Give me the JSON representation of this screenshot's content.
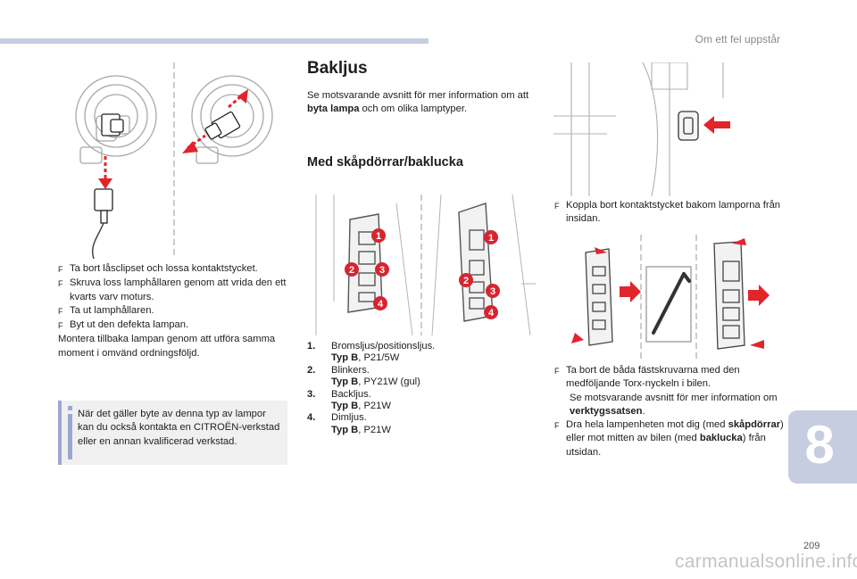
{
  "header": {
    "section_title": "Om ett fel uppstår"
  },
  "left": {
    "steps": [
      "Ta bort låsclipset och lossa kontaktstycket.",
      "Skruva loss lamphållaren genom att vrida den ett kvarts varv moturs.",
      "Ta ut lamphållaren.",
      "Byt ut den defekta lampan."
    ],
    "closing": "Montera tillbaka lampan genom att utföra samma moment i omvänd ordningsföljd.",
    "note": "När det gäller byte av denna typ av lampor kan du också kontakta en CITROËN-verkstad eller en annan kvalificerad verkstad."
  },
  "middle": {
    "title": "Bakljus",
    "intro_before": "Se motsvarande avsnitt för mer information om att ",
    "intro_bold": "byta lampa",
    "intro_after": " och om olika lamptyper.",
    "subtitle": "Med skåpdörrar/baklucka",
    "callouts": [
      "1",
      "2",
      "3",
      "4"
    ],
    "lamps": [
      {
        "num": "1.",
        "name": "Bromsljus/positionsljus.",
        "type_label": "Typ B",
        "type_value": ", P21/5W"
      },
      {
        "num": "2.",
        "name": "Blinkers.",
        "type_label": "Typ B",
        "type_value": ", PY21W (gul)"
      },
      {
        "num": "3.",
        "name": "Backljus.",
        "type_label": "Typ B",
        "type_value": ", P21W"
      },
      {
        "num": "4.",
        "name": "Dimljus.",
        "type_label": "Typ B",
        "type_value": ", P21W"
      }
    ]
  },
  "right": {
    "step1": "Koppla bort kontaktstycket bakom lamporna från insidan.",
    "step2": "Ta bort de båda fästskruvarna med den medföljande Torx-nyckeln i bilen.",
    "step2_more_before": "Se motsvarande avsnitt för mer information om ",
    "step2_more_bold": "verktygssatsen",
    "step2_more_after": ".",
    "step3_before": "Dra hela lampenheten mot dig (med ",
    "step3_bold1": "skåpdörrar",
    "step3_mid": ") eller mot mitten av bilen (med ",
    "step3_bold2": "baklucka",
    "step3_after": ") från utsidan."
  },
  "chapter": "8",
  "page_number": "209",
  "watermark": "carmanualsonline.info",
  "bullet_glyph": "F",
  "colors": {
    "accent": "#c7cde0",
    "arrow_red": "#e2242b",
    "callout_red": "#d62530"
  }
}
